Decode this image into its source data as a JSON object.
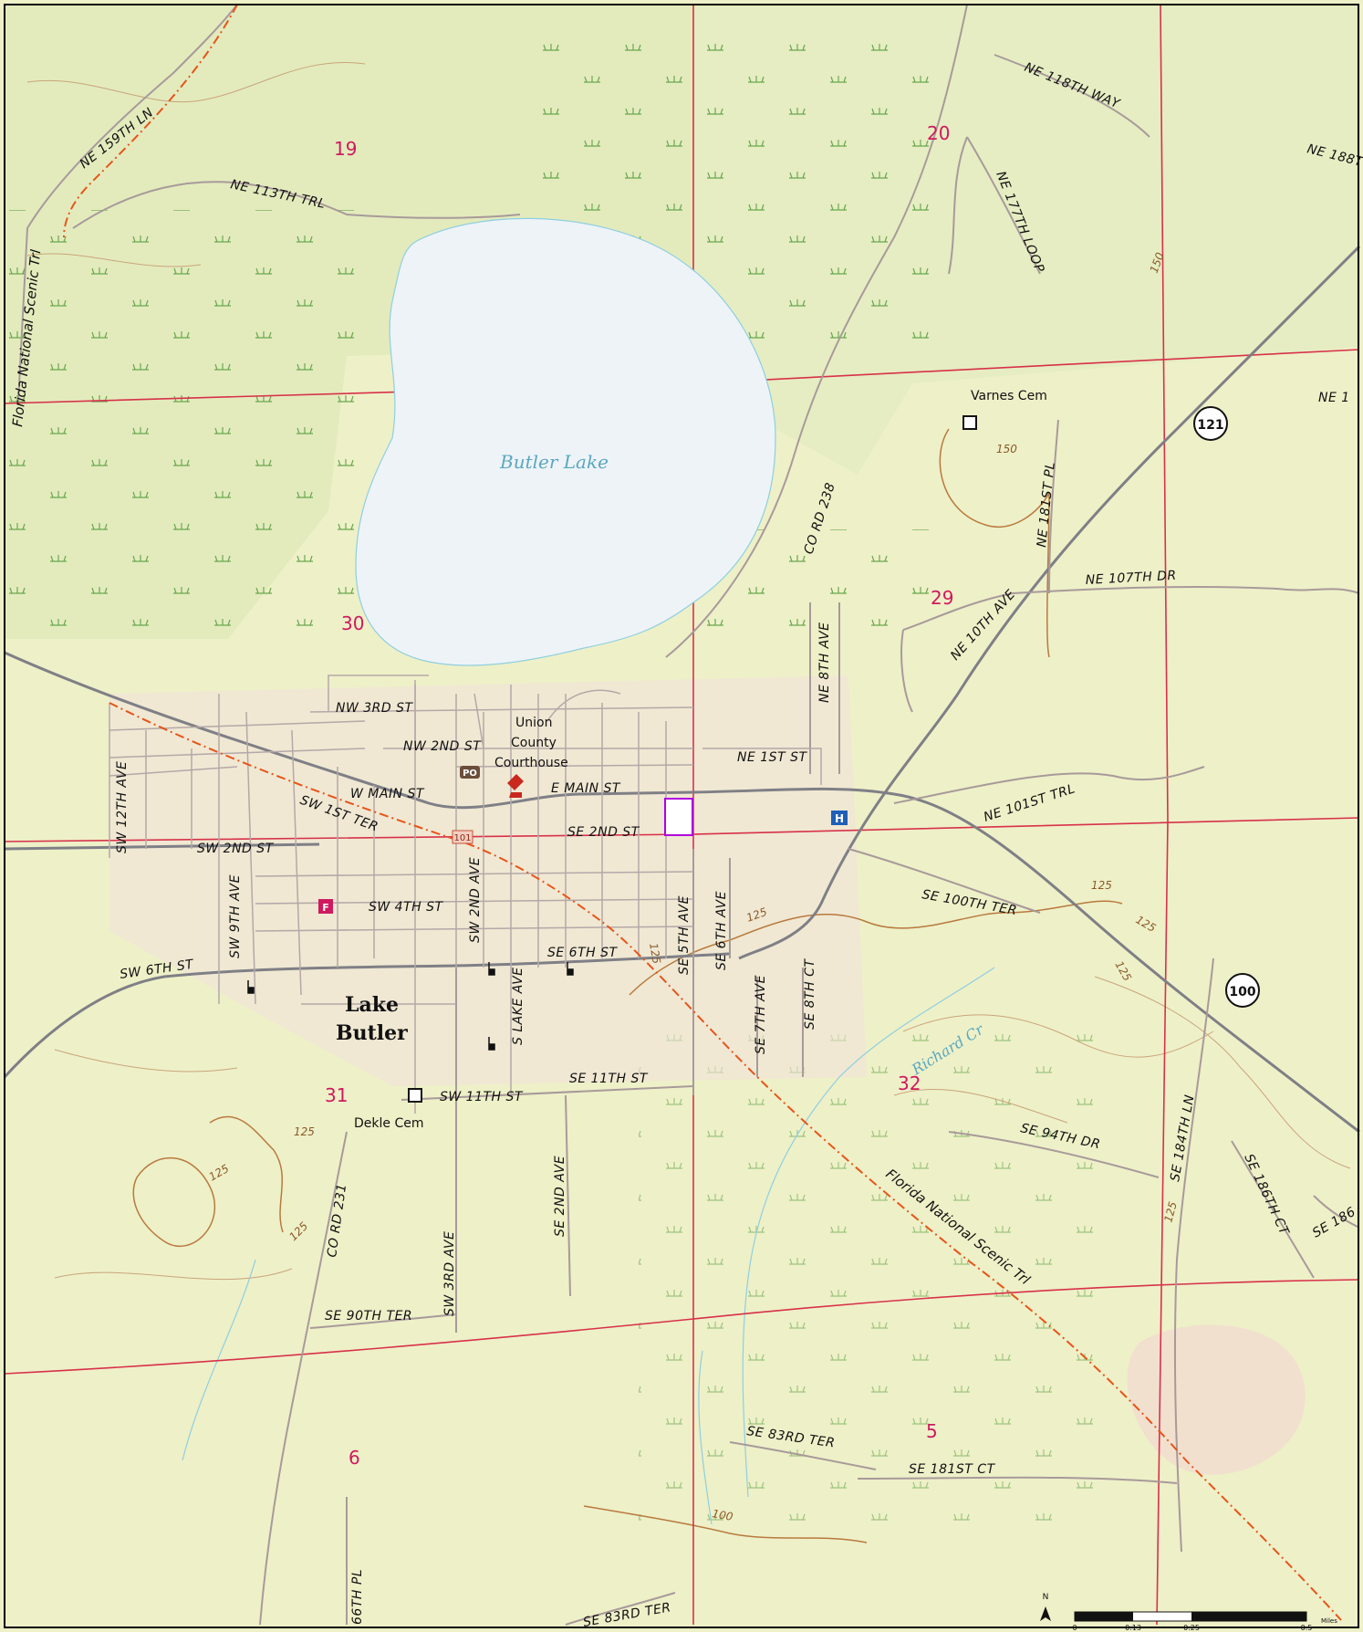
{
  "sections": [
    "19",
    "20",
    "29",
    "30",
    "31",
    "32",
    "5",
    "6"
  ],
  "water": {
    "lake": "Butler Lake",
    "creek": "Richard Cr"
  },
  "town": {
    "line1": "Lake",
    "line2": "Butler"
  },
  "places": {
    "courthouse_1": "Union",
    "courthouse_2": "County",
    "courthouse_3": "Courthouse",
    "varnes": "Varnes Cem",
    "dekle": "Dekle Cem"
  },
  "roads": {
    "ne159": "NE 159TH LN",
    "ne113": "NE 113TH TRL",
    "ne118": "NE 118TH WAY",
    "ne188": "NE 188T",
    "ne177": "NE 177TH LOOP",
    "ne_edge": "NE 1",
    "co238": "CO RD 238",
    "ne181pl": "NE 181ST PL",
    "ne107": "NE 107TH DR",
    "ne10": "NE 10TH AVE",
    "ne8": "NE 8TH AVE",
    "nw3": "NW 3RD ST",
    "nw2": "NW 2ND ST",
    "ne1": "NE 1ST ST",
    "wmain": "W MAIN ST",
    "emain": "E MAIN ST",
    "sw1ter": "SW 1ST TER",
    "se2": "SE 2ND ST",
    "ne101": "NE 101ST TRL",
    "sw12": "SW 12TH AVE",
    "sw2": "SW 2ND ST",
    "sw9": "SW 9TH AVE",
    "sw2ave": "SW 2ND AVE",
    "sw4": "SW 4TH ST",
    "se100": "SE 100TH TER",
    "se5": "SE 5TH AVE",
    "se6ave": "SE 6TH AVE",
    "sw6": "SW 6TH ST",
    "se6": "SE 6TH ST",
    "slake": "S LAKE AVE",
    "se7": "SE 7TH AVE",
    "se8ct": "SE 8TH CT",
    "sw11": "SW 11TH ST",
    "se11": "SE 11TH ST",
    "se94": "SE 94TH DR",
    "se184": "SE 184TH LN",
    "se186": "SE 186TH CT",
    "se186b": "SE 186",
    "co231": "CO RD 231",
    "sw3": "SW 3RD AVE",
    "se2ave": "SE 2ND AVE",
    "se90": "SE 90TH TER",
    "se83": "SE 83RD TER",
    "se181": "SE 181ST CT",
    "se83b": "SE 83RD TER",
    "x66": "66TH PL"
  },
  "trail": "Florida National Scenic Trl",
  "shields": {
    "sr121": "121",
    "sr100": "100"
  },
  "route_marker": "101",
  "contours": {
    "c150a": "150",
    "c150b": "150",
    "c125a": "125",
    "c125b": "125",
    "c125c": "125",
    "c125d": "125",
    "c125e": "125",
    "c125f": "125",
    "c125g": "125",
    "c125h": "125",
    "c125i": "125",
    "c100": "100"
  },
  "symbols": {
    "po": "PO",
    "fire": "F",
    "hospital": "H"
  },
  "scale": {
    "north": "N",
    "t0": "0",
    "t1": "0.13",
    "t2": "0.25",
    "t3": "0.5",
    "unit": "Miles"
  },
  "colors": {
    "land": "#eef0c8",
    "water": "#eef3f7",
    "grid": "#d8314a",
    "trail": "#e8541a",
    "section_num": "#d0195e"
  }
}
